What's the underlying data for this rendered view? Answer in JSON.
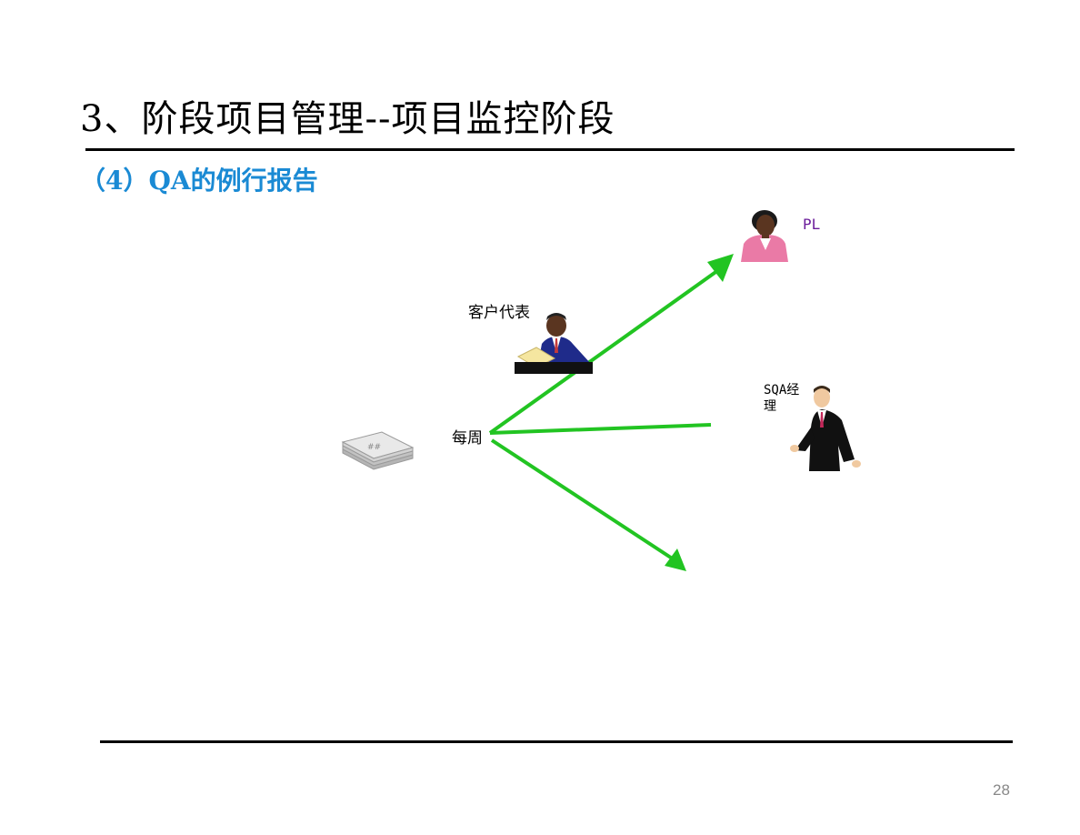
{
  "slide": {
    "title": "3、阶段项目管理--项目监控阶段",
    "subtitle": "（4）QA的例行报告",
    "page_number": "28"
  },
  "diagram": {
    "source": {
      "label": "每周",
      "icon": "report-stack-icon"
    },
    "targets": [
      {
        "id": "pl",
        "label": "PL",
        "icon": "woman-manager-icon"
      },
      {
        "id": "customer",
        "label": "客户代表",
        "icon": "man-at-desk-icon"
      },
      {
        "id": "sqa",
        "label": "SQA经理",
        "icon": "man-presenting-icon"
      }
    ],
    "arrow_color": "#22c422"
  }
}
